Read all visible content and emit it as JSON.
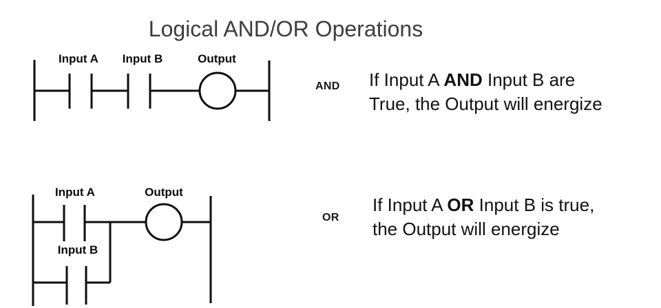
{
  "title": "Logical AND/OR Operations",
  "colors": {
    "background": "#ffffff",
    "title_text": "#3d3d3d",
    "body_text": "#111111",
    "line": "#0d0d0d"
  },
  "and_section": {
    "gate_label": "AND",
    "diagram": {
      "input_a_label": "Input A",
      "input_b_label": "Input B",
      "output_label": "Output"
    },
    "description": {
      "pre": "If Input A ",
      "bold": "AND",
      "post": " Input B are\nTrue, the Output will energize"
    }
  },
  "or_section": {
    "gate_label": "OR",
    "diagram": {
      "input_a_label": "Input A",
      "input_b_label": "Input B",
      "output_label": "Output"
    },
    "description": {
      "pre": "If Input A ",
      "bold": "OR",
      "post": " Input B is true,\nthe Output will energize"
    }
  }
}
